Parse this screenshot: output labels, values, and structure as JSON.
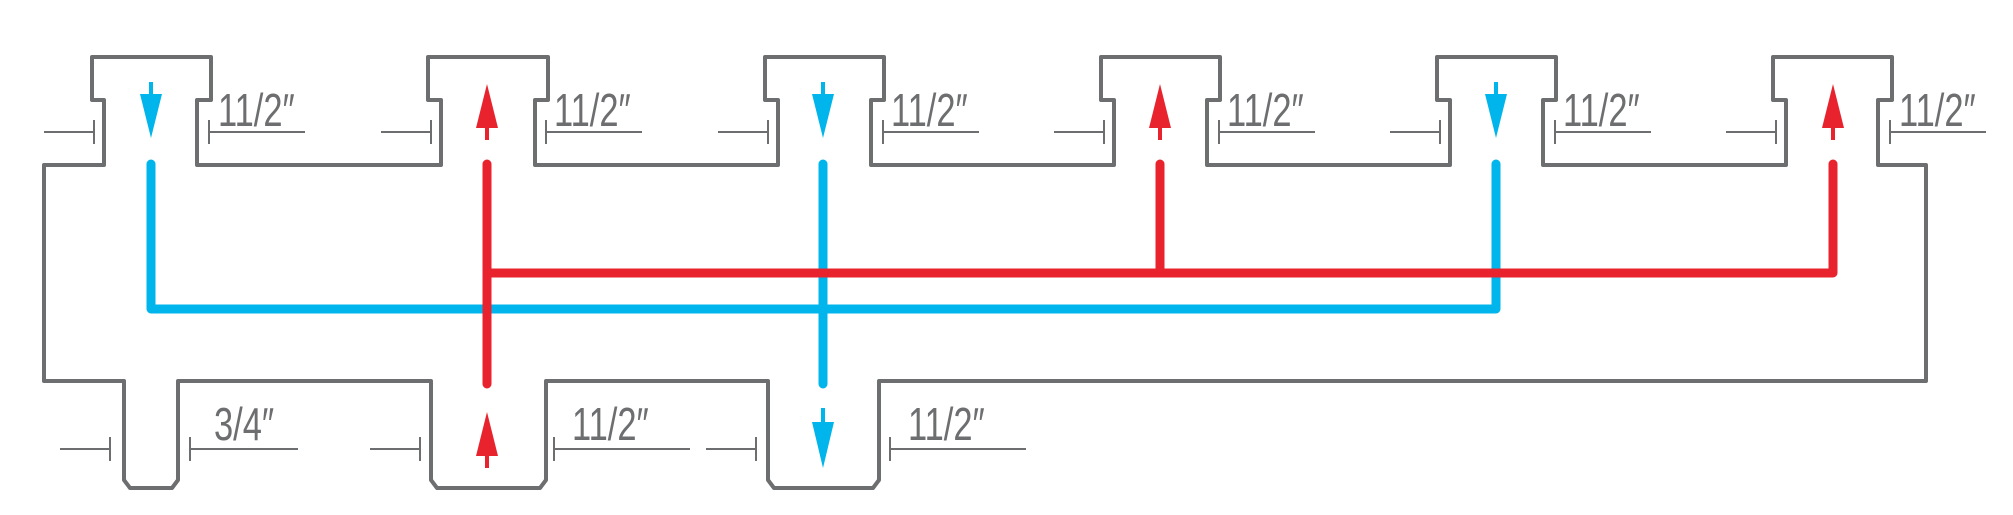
{
  "colors": {
    "housing": "#6d6e70",
    "supply": "#e8232e",
    "return": "#00b5eb"
  },
  "ports": {
    "top": [
      {
        "size": "11/2″",
        "flow": "return",
        "direction": "down"
      },
      {
        "size": "11/2″",
        "flow": "supply",
        "direction": "up"
      },
      {
        "size": "11/2″",
        "flow": "return",
        "direction": "down"
      },
      {
        "size": "11/2″",
        "flow": "supply",
        "direction": "up"
      },
      {
        "size": "11/2″",
        "flow": "return",
        "direction": "down"
      },
      {
        "size": "11/2″",
        "flow": "supply",
        "direction": "up"
      }
    ],
    "bottom": [
      {
        "size": "3/4″",
        "flow": "none",
        "direction": "none"
      },
      {
        "size": "11/2″",
        "flow": "supply",
        "direction": "up"
      },
      {
        "size": "11/2″",
        "flow": "return",
        "direction": "down"
      }
    ]
  }
}
